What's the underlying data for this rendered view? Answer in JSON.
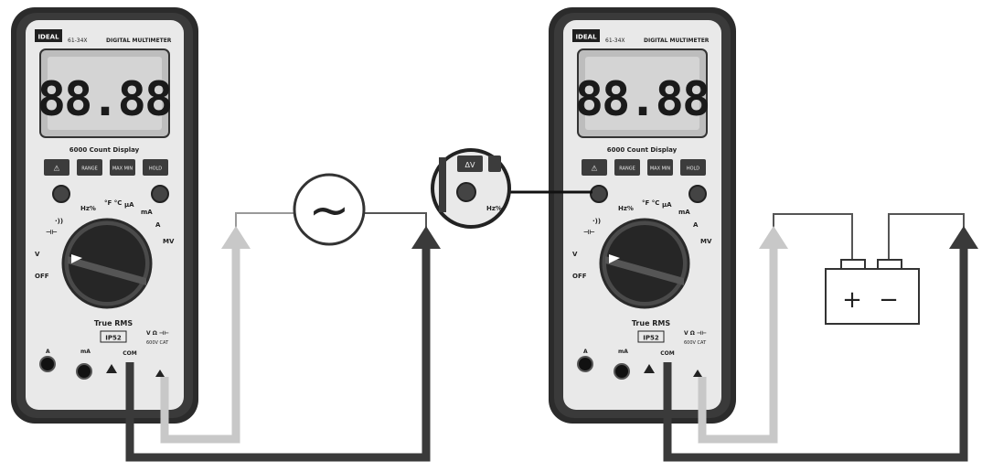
{
  "meters": [
    {
      "brand": "IDEAL",
      "model": "61-34X",
      "header_title": "DIGITAL MULTIMETER",
      "display": "88.88",
      "count_display": "6000 Count Display",
      "buttons": [
        "⚠",
        "RANGE",
        "MAX MIN",
        "HOLD"
      ],
      "dial_labels": [
        "Hz%",
        "°F °C",
        "μA",
        "mA",
        "A",
        "MV",
        "V",
        "OFF",
        "⊣⊢",
        "·))"
      ],
      "true_rms": "True RMS",
      "ip_rating": "IP52",
      "com_label": "COM",
      "a_label": "A",
      "ma_label": "mA",
      "volt_label": "V Ω ⊣⊢",
      "volt_sub": "600V CAT"
    },
    {
      "brand": "IDEAL",
      "model": "61-34X",
      "header_title": "DIGITAL MULTIMETER",
      "display": "88.88",
      "count_display": "6000 Count Display",
      "buttons": [
        "⚠",
        "RANGE",
        "MAX MIN",
        "HOLD"
      ],
      "dial_labels": [
        "Hz%",
        "°F °C",
        "μA",
        "mA",
        "A",
        "MV",
        "V",
        "OFF",
        "⊣⊢",
        "·))"
      ],
      "true_rms": "True RMS",
      "ip_rating": "IP52",
      "com_label": "COM",
      "a_label": "A",
      "ma_label": "mA",
      "volt_label": "V Ω ⊣⊢",
      "volt_sub": "600V CAT"
    }
  ],
  "ac_source": {
    "symbol": "~"
  },
  "battery": {
    "plus": "+",
    "minus": "−"
  },
  "inset": {
    "button_label": "ΔV",
    "secondary": "Hz%"
  },
  "colors": {
    "probe_black": "#3a3a3a",
    "probe_gray": "#c8c8c8",
    "wire": "#555555",
    "meter_body": "#2b2b2b",
    "meter_face": "#e9e9e9",
    "lcd_bg": "#d4d4d4",
    "lcd_digit": "#1a1a1a"
  }
}
